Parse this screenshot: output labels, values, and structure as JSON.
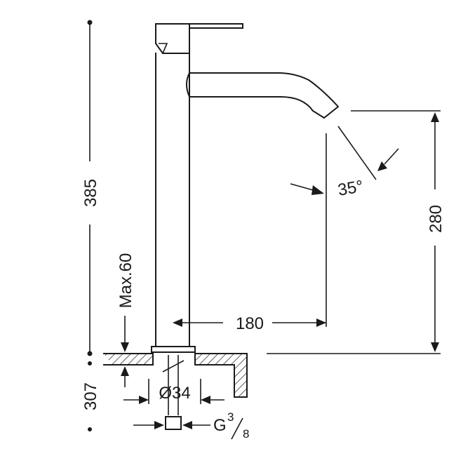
{
  "dimensions": {
    "overall_height": "385",
    "spout_height": "280",
    "spout_reach": "180",
    "max_deck_thickness": "Max.60",
    "below_deck_length": "307",
    "hole_diameter": "Ø34",
    "connection_thread": "G",
    "connection_thread_numerator": "3",
    "connection_thread_denominator": "8",
    "spout_angle": "35°"
  },
  "colors": {
    "line": "#1a1a1a",
    "background": "#ffffff"
  }
}
